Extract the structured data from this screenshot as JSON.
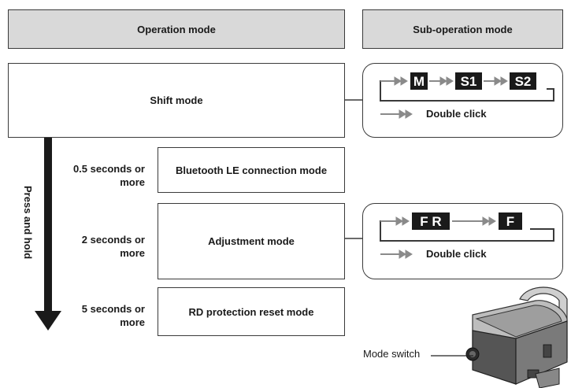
{
  "headers": {
    "operation_mode": "Operation mode",
    "sub_operation_mode": "Sub-operation mode"
  },
  "modes": {
    "shift": "Shift mode",
    "bluetooth": "Bluetooth LE connection mode",
    "adjustment": "Adjustment mode",
    "rd_reset": "RD protection reset mode"
  },
  "durations": {
    "bluetooth": "0.5 seconds or more",
    "adjustment": "2 seconds or more",
    "rd_reset": "5 seconds or more"
  },
  "press_and_hold": "Press and hold",
  "sub_modes": {
    "shift": {
      "sequence": [
        "M",
        "S1",
        "S2"
      ],
      "double_click": "Double click"
    },
    "adjustment": {
      "sequence": [
        "F R",
        "F"
      ],
      "double_click": "Double click"
    }
  },
  "mode_switch_label": "Mode switch",
  "colors": {
    "header_bg": "#d9d9d9",
    "border": "#3a3a3a",
    "badge_bg": "#1a1a1a",
    "arrow_gray": "#8a8a8a"
  }
}
